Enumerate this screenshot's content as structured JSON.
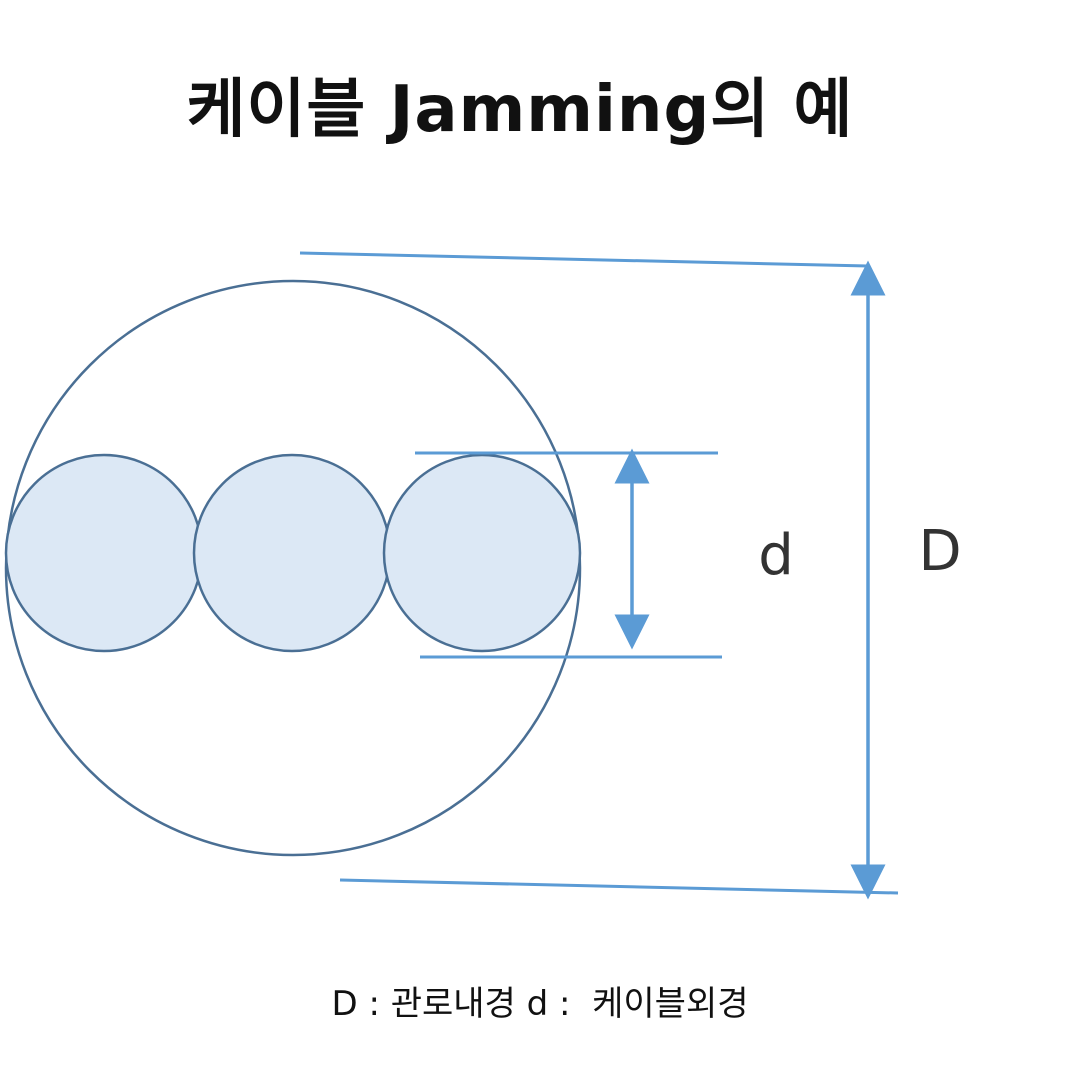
{
  "title": "케이블 Jamming의 예",
  "labels": {
    "inner_dimension": "d",
    "outer_dimension": "D"
  },
  "legend": "D : 관로내경 d :  케이블외경",
  "colors": {
    "outline": "#4a6f94",
    "fill": "#dce8f5",
    "dimension": "#5b9bd5",
    "text": "#111111"
  },
  "icons": {
    "arrow": "triangle-arrowhead"
  }
}
